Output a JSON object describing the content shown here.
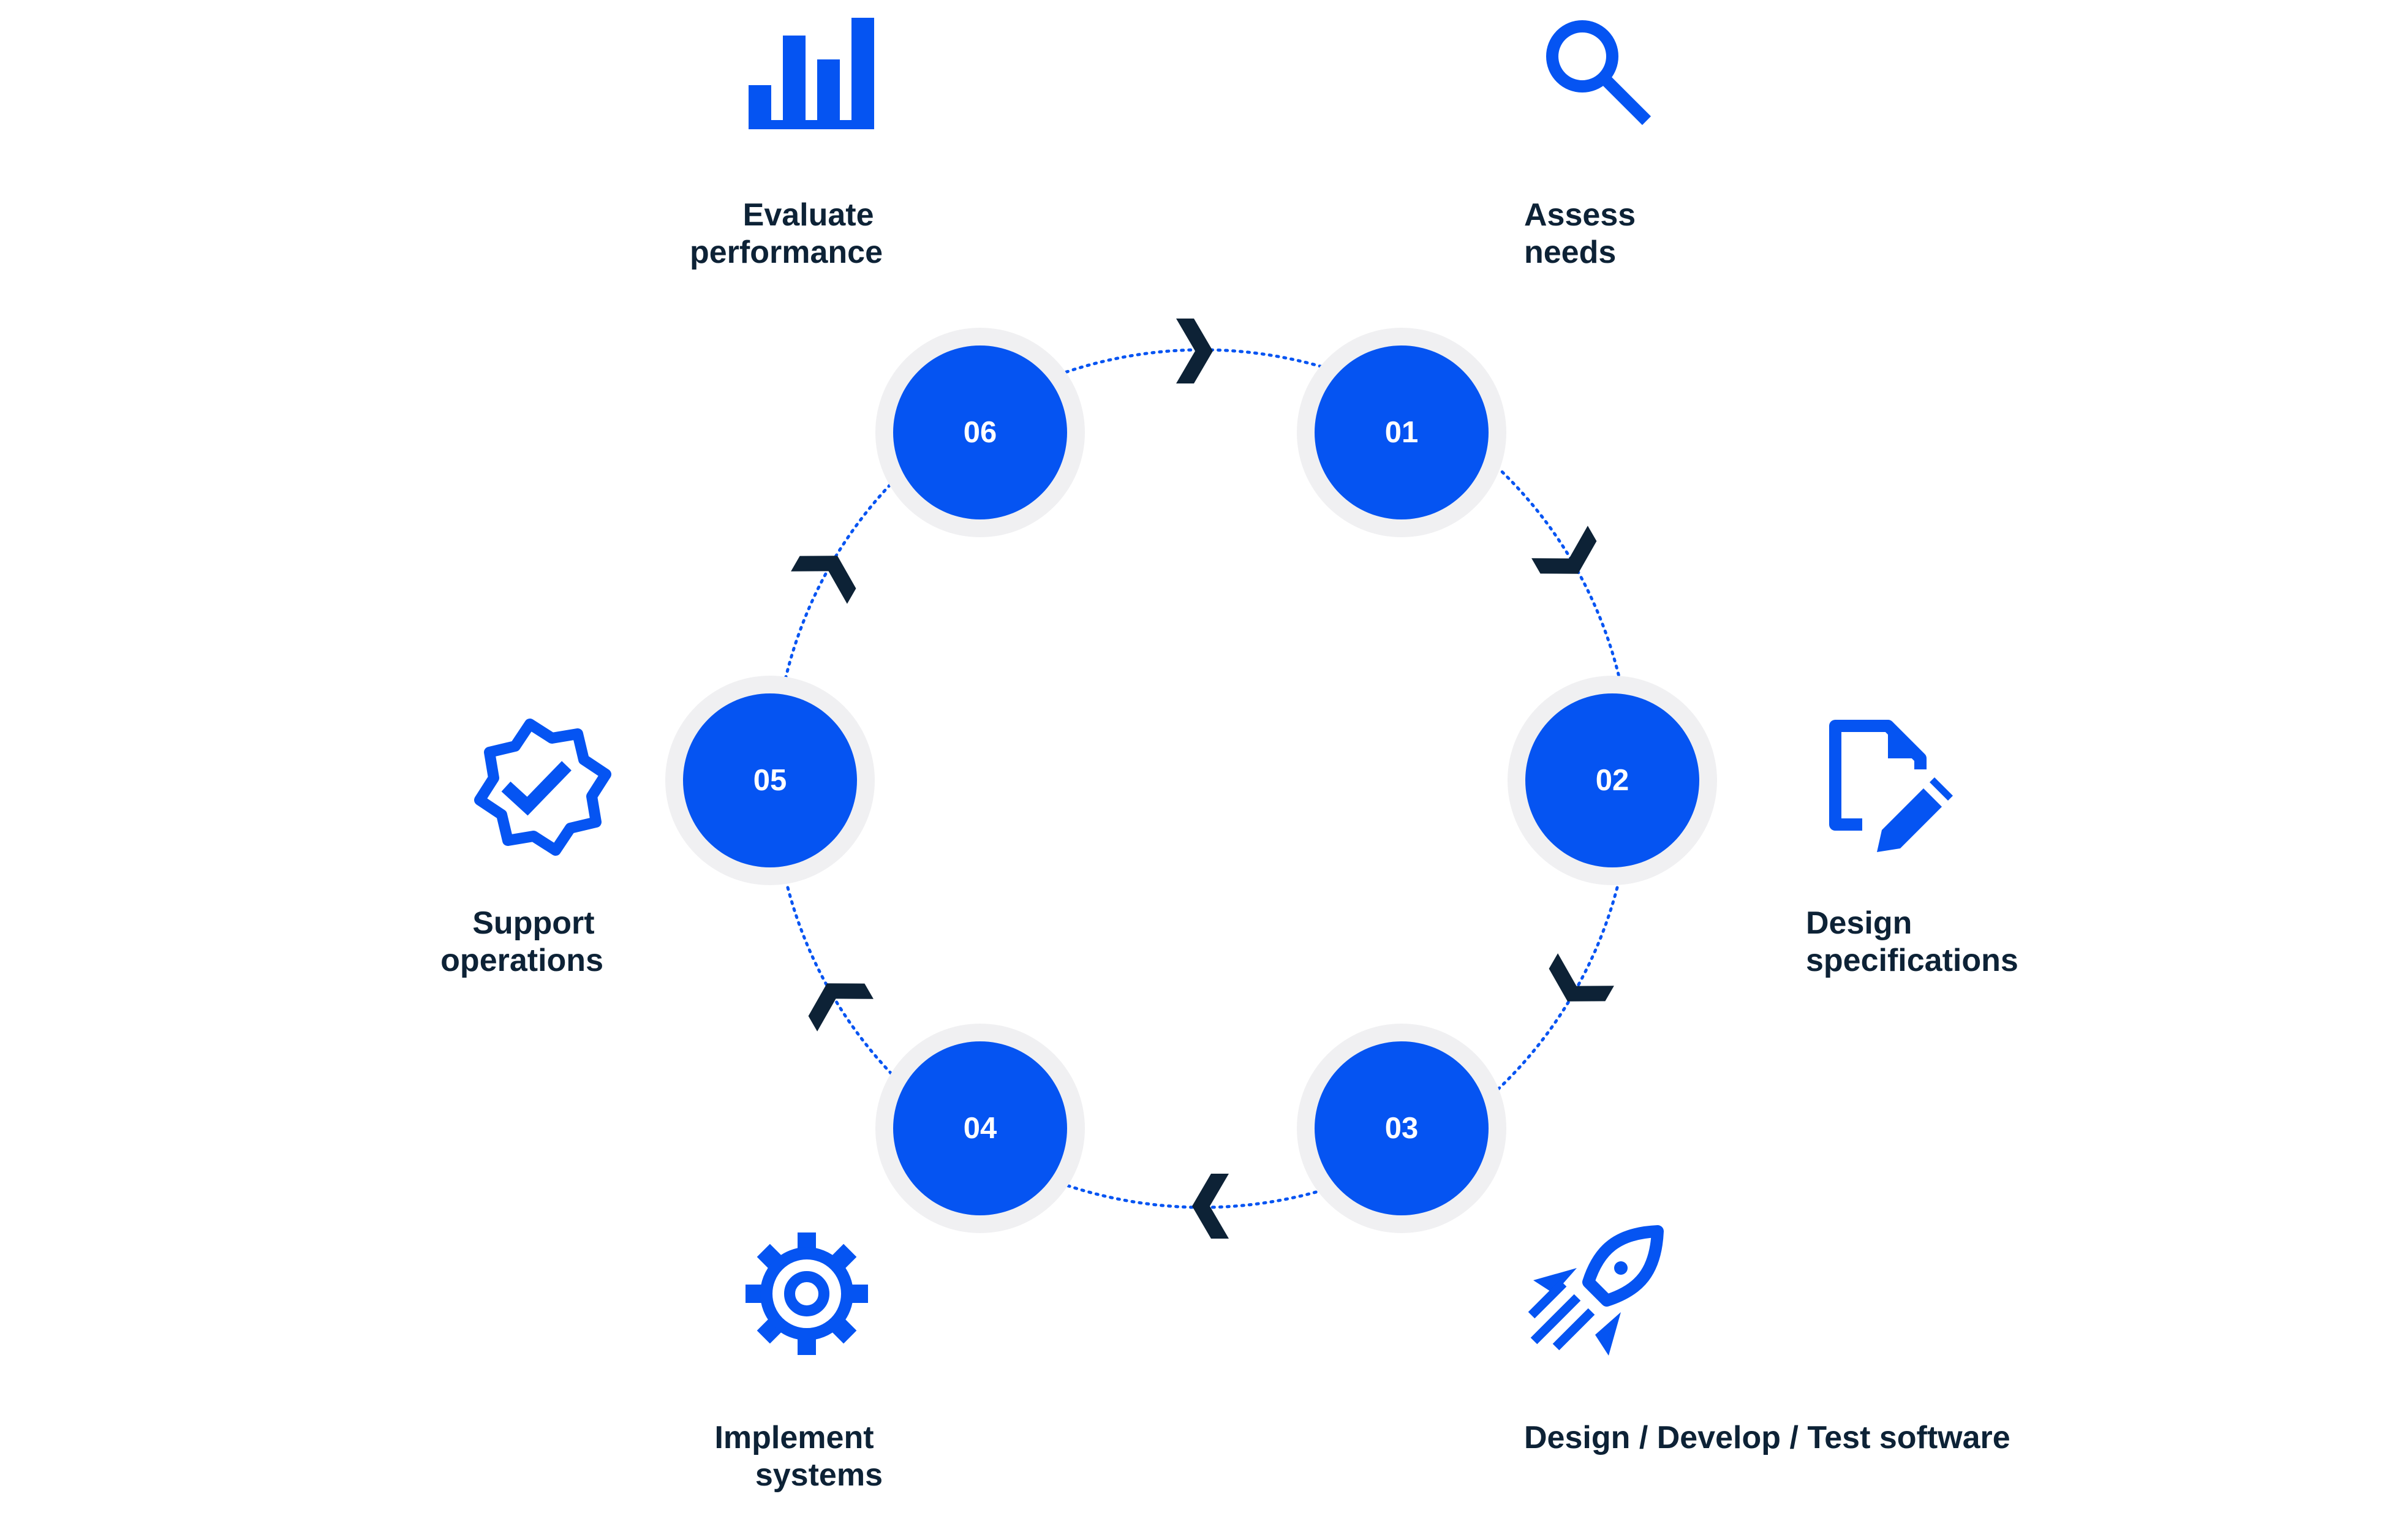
{
  "colors": {
    "accent": "#0554f2",
    "halo": "#f0f0f2",
    "chevron": "#0d2236",
    "text": "#0d2236",
    "connector": "#0554f2"
  },
  "cycle": {
    "steps": [
      {
        "number": "01",
        "label_lines": [
          "Assess",
          "needs"
        ],
        "icon": "search-icon"
      },
      {
        "number": "02",
        "label_lines": [
          "Design",
          "specifications"
        ],
        "icon": "edit-document-icon"
      },
      {
        "number": "03",
        "label_lines": [
          "Design / Develop / Test software"
        ],
        "icon": "rocket-icon"
      },
      {
        "number": "04",
        "label_lines": [
          "Implement",
          "systems"
        ],
        "icon": "gear-icon"
      },
      {
        "number": "05",
        "label_lines": [
          "Support",
          "operations"
        ],
        "icon": "verified-badge-icon"
      },
      {
        "number": "06",
        "label_lines": [
          "Evaluate",
          "performance"
        ],
        "icon": "bar-chart-icon"
      }
    ],
    "arrow_direction": "clockwise"
  }
}
